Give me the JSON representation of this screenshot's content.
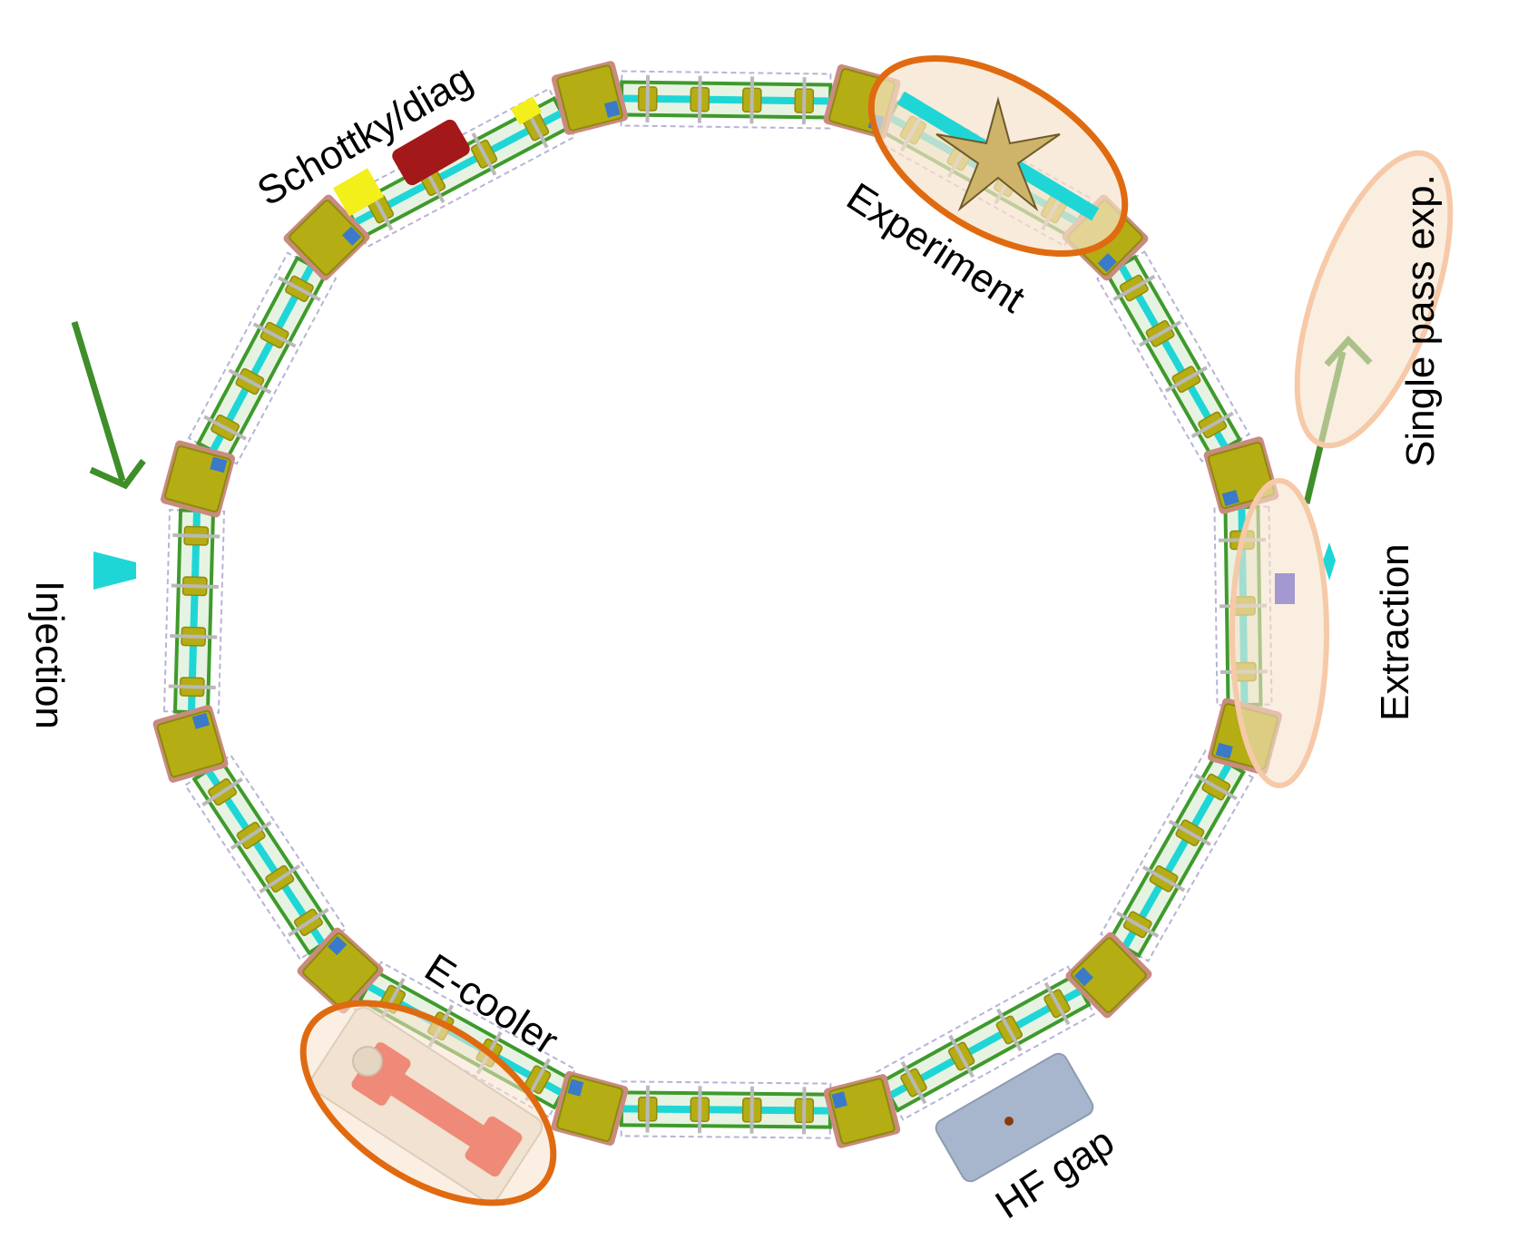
{
  "labels": {
    "schottky": "Schottky/diag",
    "experiment": "Experiment",
    "single_pass": "Single pass exp.",
    "extraction": "Extraction",
    "injection": "Injection",
    "ecooler": "E-cooler",
    "hf_gap": "HF gap"
  },
  "colors": {
    "dipole": "#b5ad14",
    "dipole_dark": "#8f8a0c",
    "dipole_side": "#c98b7e",
    "beamline": "#1fd6d6",
    "girder_green": "#3f9a2c",
    "yellow": "#f2ef1a",
    "scaffold": "#b8b3d6",
    "grey": "#b9b9b9",
    "highlight_strong": "#e06a10",
    "highlight_light": "#f6c9a8",
    "highlight_fill": "#f7e2cc",
    "ecooler_red": "#e21f10",
    "schottky_red": "#a31818",
    "star": "#cdb46a",
    "injection_arrow": "#3e8e2a",
    "blue": "#2a2ad6"
  }
}
